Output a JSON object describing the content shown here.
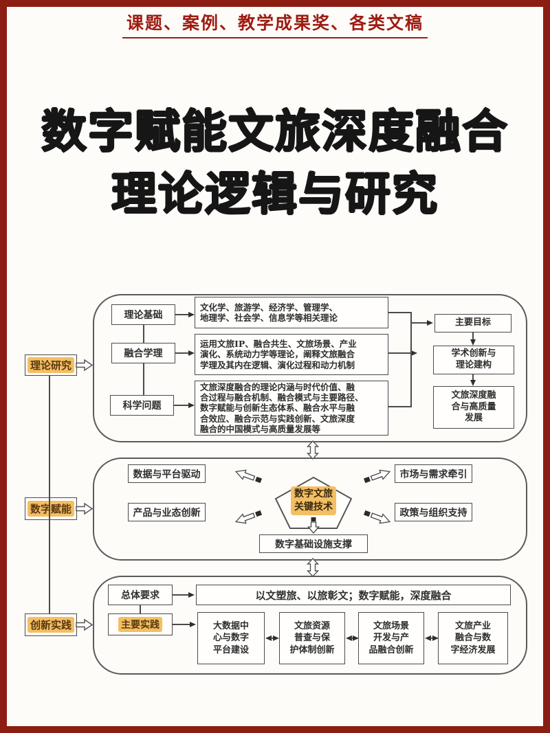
{
  "page": {
    "header": "课题、案例、教学成果奖、各类文稿",
    "title_line1": "数字赋能文旅深度融合",
    "title_line2": "理论逻辑与研究"
  },
  "colors": {
    "frame": "#8b1d12",
    "header_text": "#9e1c12",
    "title": "#161616",
    "line": "#4a4a4a",
    "hl": "#f3bf63",
    "hltext": "#5a3710",
    "boxtext": "#2e2e2e",
    "paper": "#fdfcf9"
  },
  "diagram": {
    "left_labels": [
      {
        "label": "理论研究"
      },
      {
        "label": "数字赋能"
      },
      {
        "label": "创新实践"
      }
    ],
    "theory": {
      "rows": [
        {
          "key": "理论基础",
          "content": "文化学、旅游学、经济学、管理学、\n地理学、社会学、信息学等相关理论"
        },
        {
          "key": "融合学理",
          "content": "运用文旅IP、融合共生、文旅场景、产业\n演化、系统动力学等理论，阐释文旅融合\n学理及其内在逻辑、演化过程和动力机制"
        },
        {
          "key": "科学问题",
          "content": "文旅深度融合的理论内涵与时代价值、融\n合过程与融合机制、融合模式与主要路径、\n数字赋能与创新生态体系、融合水平与融\n合效应、融合示范与实践创新、文旅深度\n融合的中国模式与高质量发展等"
        }
      ],
      "goals": [
        "主要目标",
        "学术创新与\n理论建构",
        "文旅深度融\n合与高质量\n发展"
      ]
    },
    "digital": {
      "center": "数字文旅\n关键技术",
      "top_left": "数据与平台驱动",
      "bottom_left": "产品与业态创新",
      "top_right": "市场与需求牵引",
      "bottom_right": "政策与组织支持",
      "bottom": "数字基础设施支撑"
    },
    "practice": {
      "overall_key": "总体要求",
      "overall_value": "以文塑旅、以旅彰文；数字赋能，深度融合",
      "main_key": "主要实践",
      "items": [
        "大数据中\n心与数字\n平台建设",
        "文旅资源\n普查与保\n护体制创新",
        "文旅场景\n开发与产\n品融合创新",
        "文旅产业\n融合与数\n字经济发展"
      ]
    }
  }
}
